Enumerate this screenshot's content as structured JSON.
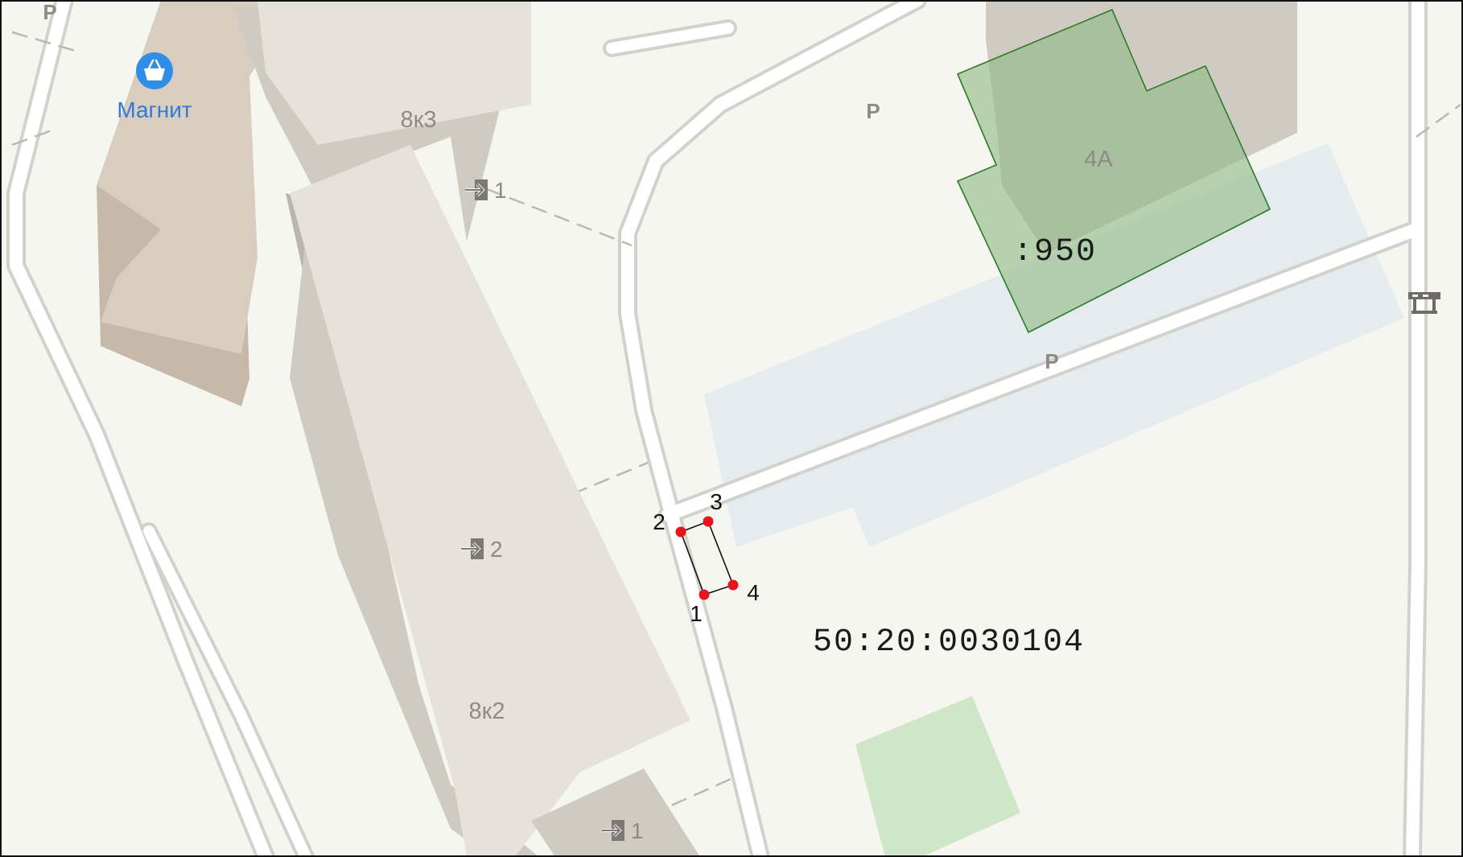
{
  "colors": {
    "background": "#f6f6f1",
    "road_fill": "#ffffff",
    "road_edge": "#d2d2cc",
    "building_light": "#e6e2db",
    "building_side": "#cfcac2",
    "building_dark": "#bab5ad",
    "building_beige": "#d9cdbf",
    "building_beige_side": "#c7b9a9",
    "parking_area": "#dfe8ed",
    "cadastral_fill": "#8fba86",
    "cadastral_stroke": "#2e7a28",
    "green_area": "#cfe6c7",
    "vertex_marker": "#e8141b",
    "poi_icon": "#2f8ee8",
    "poi_text": "#2f7bd6",
    "house_label": "#8f8a84"
  },
  "poi": {
    "name": "Магнит",
    "icon": "shopping-basket-icon"
  },
  "parking_labels": [
    "P",
    "P",
    "P"
  ],
  "buildings": [
    {
      "label": "8к3"
    },
    {
      "label": "8к2"
    },
    {
      "label": "4А"
    }
  ],
  "entrances": [
    {
      "icon": "entrance-icon",
      "number": "1"
    },
    {
      "icon": "entrance-icon",
      "number": "2"
    },
    {
      "icon": "entrance-icon",
      "number": "1"
    }
  ],
  "barrier": {
    "icon": "barrier-gate-icon"
  },
  "cadastral": {
    "parcel_label": ":950",
    "quarter_number": "50:20:0030104"
  },
  "plot_vertices": [
    "1",
    "2",
    "3",
    "4"
  ]
}
